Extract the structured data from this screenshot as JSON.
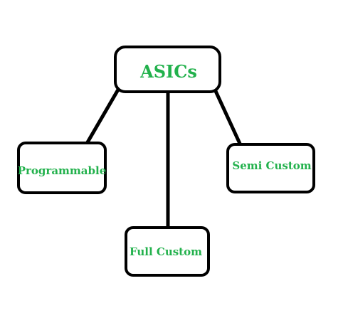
{
  "diagram": {
    "root": {
      "label": "ASICs"
    },
    "children": [
      {
        "label": "Programmable"
      },
      {
        "label": "Full Custom"
      },
      {
        "label": "Semi Custom"
      }
    ]
  },
  "colors": {
    "stroke": "#000000",
    "text": "#22b14c",
    "background": "#ffffff"
  }
}
